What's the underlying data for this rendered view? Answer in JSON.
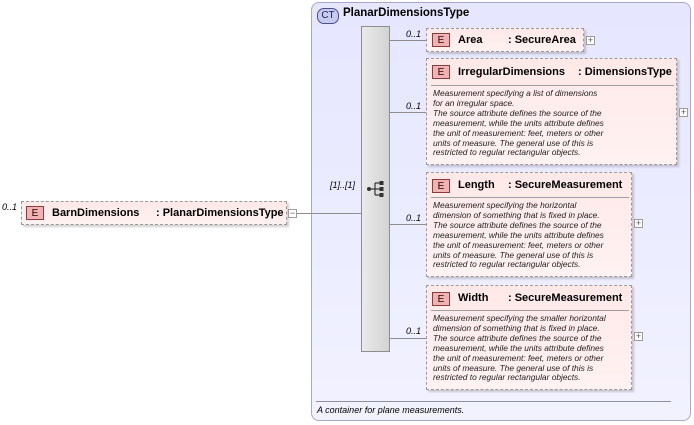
{
  "root": {
    "cardinality": "0..1",
    "badge": "E",
    "name": "BarnDimensions",
    "type": ": PlanarDimensionsType"
  },
  "complex_type": {
    "badge": "CT",
    "title": "PlanarDimensionsType",
    "footer": "A container for plane measurements.",
    "sequence_cardinality": "[1]..[1]"
  },
  "children": [
    {
      "cardinality": "0..1",
      "badge": "E",
      "name": "Area",
      "type": ": SecureArea",
      "description": []
    },
    {
      "cardinality": "0..1",
      "badge": "E",
      "name": "IrregularDimensions",
      "type": ": DimensionsType",
      "description": [
        "Measurement specifying a list of dimensions",
        "for an irregular space.",
        "The source attribute defines the source of the",
        "measurement, while the units attribute defines",
        "the unit of measurement: feet, meters or other",
        "units of measure. The general use of this is",
        "restricted to regular rectangular objects."
      ]
    },
    {
      "cardinality": "0..1",
      "badge": "E",
      "name": "Length",
      "type": ": SecureMeasurement",
      "description": [
        "Measurement specifying the horizontal",
        "dimension of something that is fixed in place.",
        "The source attribute defines the source of the",
        "measurement, while the units attribute defines",
        "the unit of measurement: feet, meters or other",
        "units of measure. The general use of this is",
        "restricted to regular rectangular objects."
      ]
    },
    {
      "cardinality": "0..1",
      "badge": "E",
      "name": "Width",
      "type": ": SecureMeasurement",
      "description": [
        "Measurement specifying the smaller horizontal",
        "dimension of something that is fixed in place.",
        "The source attribute defines the source of the",
        "measurement, while the units attribute defines",
        "the unit of measurement: feet, meters or other",
        "units of measure. The general use of this is",
        "restricted to regular rectangular objects."
      ]
    }
  ],
  "colors": {
    "element_fill": "#ffe8e8",
    "element_badge": "#f0b2b2",
    "complex_type_fill": "#e6e6ff",
    "sequence_fill": "#dcdcdc"
  }
}
